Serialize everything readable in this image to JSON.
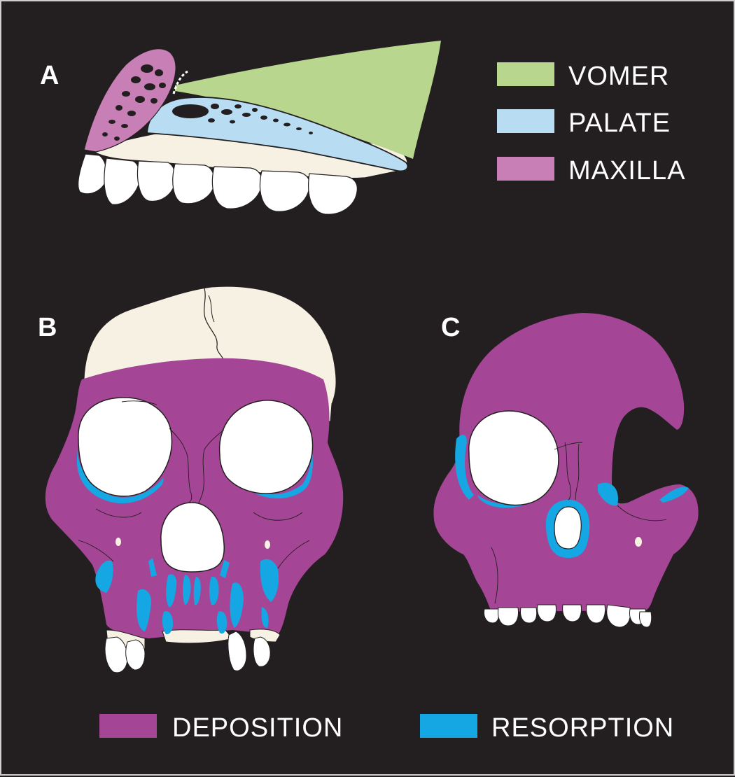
{
  "panels": {
    "a": {
      "letter": "A"
    },
    "b": {
      "letter": "B"
    },
    "c": {
      "letter": "C"
    }
  },
  "legend_top": {
    "vomer": {
      "label": "VOMER",
      "color": "#b8d68e"
    },
    "palate": {
      "label": "PALATE",
      "color": "#b8dcf2"
    },
    "maxilla": {
      "label": "MAXILLA",
      "color": "#c77fb5"
    }
  },
  "legend_bottom": {
    "deposition": {
      "label": "DEPOSITION",
      "color": "#a54595"
    },
    "resorption": {
      "label": "RESORPTION",
      "color": "#15a6e4"
    }
  },
  "colors": {
    "background": "#231f20",
    "bone": "#f6f1e2",
    "tooth": "#ffffff",
    "outline": "#231f20"
  }
}
